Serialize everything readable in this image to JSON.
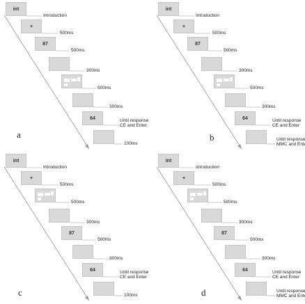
{
  "panels": [
    {
      "label": "a",
      "frames": [
        {
          "text": "int",
          "duration": [
            "Introduction"
          ],
          "kind": "text"
        },
        {
          "text": "+",
          "duration": [
            "500ms"
          ],
          "kind": "text"
        },
        {
          "text": "87",
          "duration": [
            "500ms"
          ],
          "kind": "text"
        },
        {
          "text": "",
          "duration": [
            "300ms"
          ],
          "kind": "blank"
        },
        {
          "text": "",
          "duration": [
            "500ms"
          ],
          "kind": "array"
        },
        {
          "text": "",
          "duration": [
            "300ms"
          ],
          "kind": "blank"
        },
        {
          "text": "64",
          "duration": [
            "Until response",
            "CE and Enter"
          ],
          "kind": "text"
        },
        {
          "text": "",
          "duration": [
            "100ms"
          ],
          "kind": "blank"
        }
      ]
    },
    {
      "label": "b",
      "frames": [
        {
          "text": "int",
          "duration": [
            "Introduction"
          ],
          "kind": "text"
        },
        {
          "text": "+",
          "duration": [
            "500ms"
          ],
          "kind": "text"
        },
        {
          "text": "87",
          "duration": [
            "500ms"
          ],
          "kind": "text"
        },
        {
          "text": "",
          "duration": [
            "300ms"
          ],
          "kind": "blank"
        },
        {
          "text": "",
          "duration": [
            "500ms"
          ],
          "kind": "array"
        },
        {
          "text": "",
          "duration": [
            "300ms"
          ],
          "kind": "blank"
        },
        {
          "text": "64",
          "duration": [
            "Until response",
            "CE and Enter"
          ],
          "kind": "text"
        },
        {
          "text": "",
          "duration": [
            "Until response",
            "MMC and Enter"
          ],
          "kind": "blank"
        }
      ]
    },
    {
      "label": "c",
      "frames": [
        {
          "text": "int",
          "duration": [
            "Introduction"
          ],
          "kind": "text"
        },
        {
          "text": "+",
          "duration": [
            "500ms"
          ],
          "kind": "text"
        },
        {
          "text": "",
          "duration": [
            "500ms"
          ],
          "kind": "array"
        },
        {
          "text": "",
          "duration": [
            "300ms"
          ],
          "kind": "blank"
        },
        {
          "text": "87",
          "duration": [
            "500ms"
          ],
          "kind": "text"
        },
        {
          "text": "",
          "duration": [
            "300ms"
          ],
          "kind": "blank"
        },
        {
          "text": "64",
          "duration": [
            "Until response",
            "CE and Enter"
          ],
          "kind": "text"
        },
        {
          "text": "",
          "duration": [
            "100ms"
          ],
          "kind": "blank"
        }
      ]
    },
    {
      "label": "d",
      "frames": [
        {
          "text": "int",
          "duration": [
            "Introduction"
          ],
          "kind": "text"
        },
        {
          "text": "+",
          "duration": [
            "500ms"
          ],
          "kind": "text"
        },
        {
          "text": "",
          "duration": [
            "500ms"
          ],
          "kind": "array"
        },
        {
          "text": "",
          "duration": [
            "300ms"
          ],
          "kind": "blank"
        },
        {
          "text": "87",
          "duration": [
            "500ms"
          ],
          "kind": "text"
        },
        {
          "text": "",
          "duration": [
            "300ms"
          ],
          "kind": "blank"
        },
        {
          "text": "64",
          "duration": [
            "Until response",
            "CE and Enter"
          ],
          "kind": "text"
        },
        {
          "text": "",
          "duration": [
            "Until response",
            "MMC and Enter"
          ],
          "kind": "blank"
        }
      ]
    }
  ],
  "colors": {
    "screen": "#d9d9d9",
    "line": "#999999",
    "text": "#222222"
  }
}
